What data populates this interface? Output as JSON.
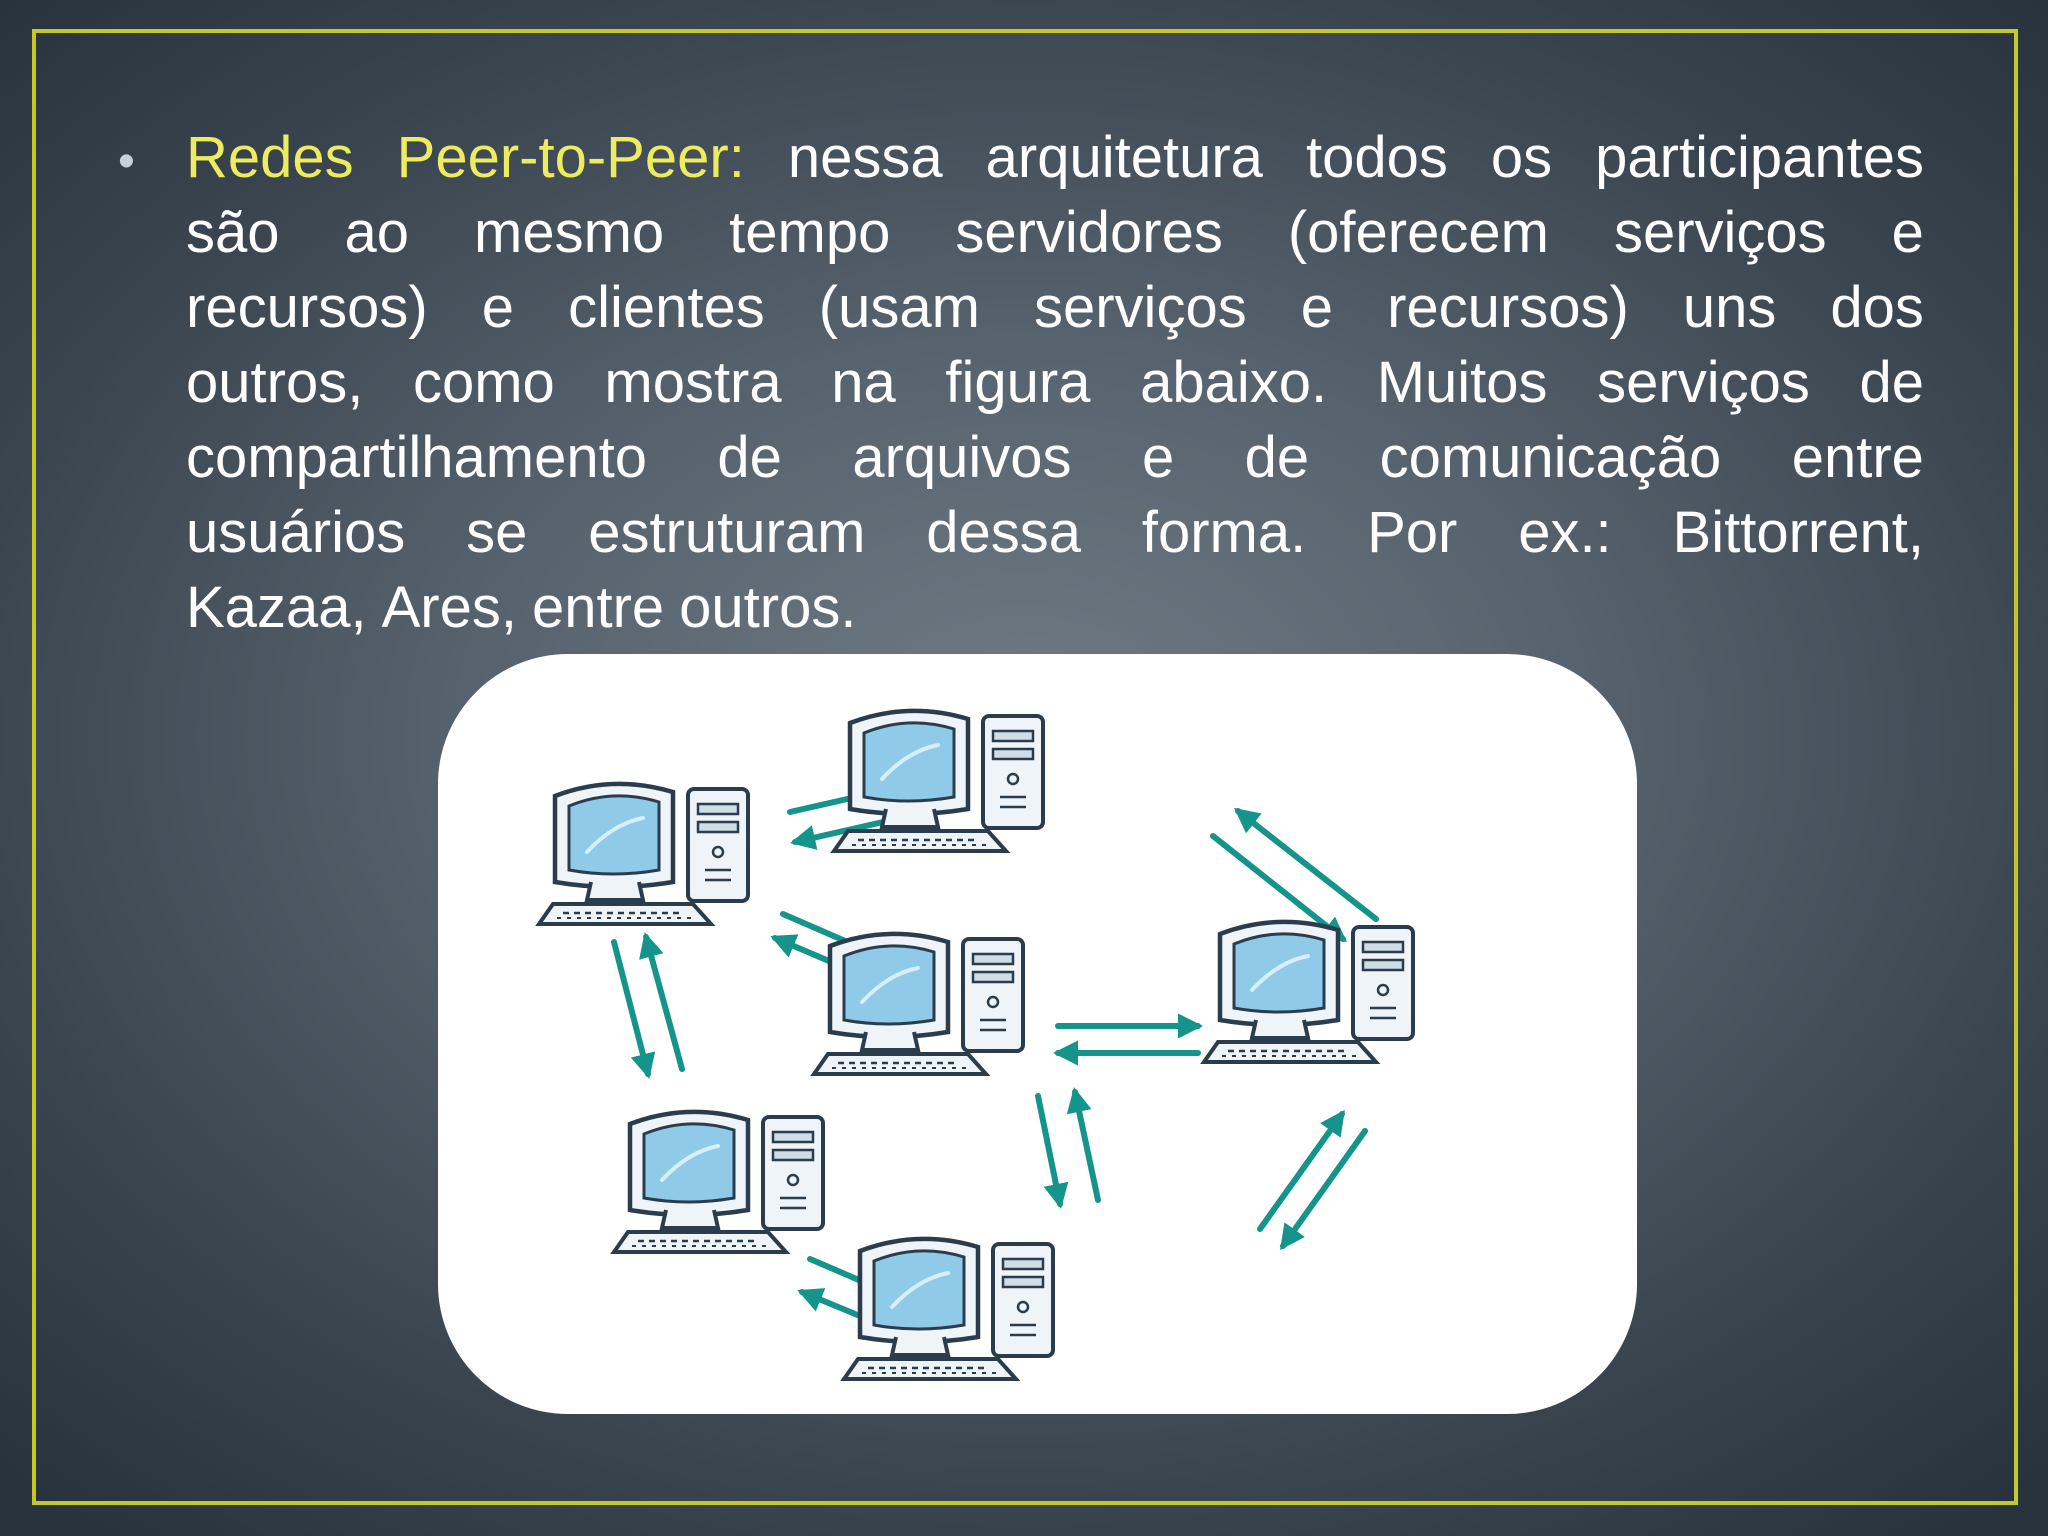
{
  "slide": {
    "bullet_symbol": "•",
    "paragraph_lines": [
      {
        "words": [
          "Redes",
          "Peer-to-Peer:",
          "nessa",
          "arquitetura",
          "todos",
          "os",
          "participantes"
        ],
        "highlight_count": 2
      },
      {
        "words": [
          "são",
          "ao",
          "mesmo",
          "tempo",
          "servidores",
          "(oferecem",
          "serviços",
          "e"
        ],
        "highlight_count": 0
      },
      {
        "words": [
          "recursos)",
          "e",
          "clientes",
          "(usam",
          "serviços",
          "e",
          "recursos)",
          "uns",
          "dos"
        ],
        "highlight_count": 0
      },
      {
        "words": [
          "outros,",
          "como",
          "mostra",
          "na",
          "figura",
          "abaixo.",
          "Muitos",
          "serviços",
          "de"
        ],
        "highlight_count": 0
      },
      {
        "words": [
          "compartilhamento",
          "de",
          "arquivos",
          "e",
          "de",
          "comunicação",
          "entre"
        ],
        "highlight_count": 0
      },
      {
        "words": [
          "usuários",
          "se",
          "estruturam",
          "dessa",
          "forma.",
          "Por",
          "ex.:",
          "Bittorrent,"
        ],
        "highlight_count": 0
      },
      {
        "words": [
          "Kazaa,",
          "Ares,",
          "entre",
          "outros."
        ],
        "highlight_count": 0
      }
    ]
  },
  "diagram": {
    "node_icon": "desktop-computer-icon",
    "connector": "double-arrow",
    "computers": [
      "top-left",
      "top",
      "center",
      "right",
      "bottom-left",
      "bottom"
    ],
    "links": [
      [
        "top-left",
        "top"
      ],
      [
        "top-left",
        "center"
      ],
      [
        "top-left",
        "bottom-left"
      ],
      [
        "top",
        "right"
      ],
      [
        "center",
        "right"
      ],
      [
        "center",
        "bottom"
      ],
      [
        "bottom-left",
        "bottom"
      ],
      [
        "bottom",
        "right"
      ]
    ]
  },
  "colors": {
    "frame": "#c9c62a",
    "highlight_text": "#ecec5e",
    "body_text": "#ffffff",
    "arrow": "#14948a",
    "screen": "#8fcbe9",
    "computer_body": "#eef4f8",
    "computer_outline": "#2b3d4c"
  }
}
